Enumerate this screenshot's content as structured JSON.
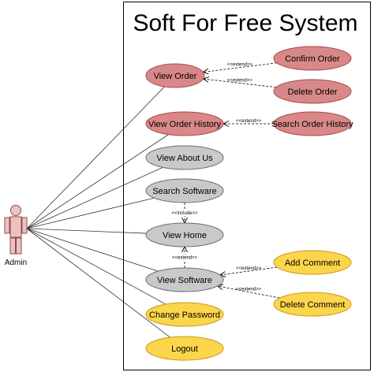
{
  "system": {
    "title": "Soft For Free System"
  },
  "actor": {
    "name": "Admin"
  },
  "colors": {
    "red_fill": "#d88888",
    "red_stroke": "#a84a4a",
    "gray_fill": "#c9c9c9",
    "gray_stroke": "#6d6d6d",
    "yellow_fill": "#fbd54c",
    "yellow_stroke": "#c99a18",
    "actor_fill": "#efc0c0",
    "actor_stroke": "#8a5050"
  },
  "use_cases": [
    {
      "id": "view-order",
      "label": "View Order",
      "color": "red"
    },
    {
      "id": "confirm-order",
      "label": "Confirm Order",
      "color": "red"
    },
    {
      "id": "delete-order",
      "label": "Delete Order",
      "color": "red"
    },
    {
      "id": "view-order-history",
      "label": "View Order History",
      "color": "red"
    },
    {
      "id": "search-order-history",
      "label": "Search Order History",
      "color": "red"
    },
    {
      "id": "view-about-us",
      "label": "View About Us",
      "color": "gray"
    },
    {
      "id": "search-software",
      "label": "Search Software",
      "color": "gray"
    },
    {
      "id": "view-home",
      "label": "View Home",
      "color": "gray"
    },
    {
      "id": "view-software",
      "label": "View Software",
      "color": "gray"
    },
    {
      "id": "add-comment",
      "label": "Add Comment",
      "color": "yellow"
    },
    {
      "id": "delete-comment",
      "label": "Delete Comment",
      "color": "yellow"
    },
    {
      "id": "change-password",
      "label": "Change Password",
      "color": "yellow"
    },
    {
      "id": "logout",
      "label": "Logout",
      "color": "yellow"
    }
  ],
  "relationships": [
    {
      "from": "confirm-order",
      "to": "view-order",
      "label": "<<extend>>"
    },
    {
      "from": "delete-order",
      "to": "view-order",
      "label": "<<extend>>"
    },
    {
      "from": "search-order-history",
      "to": "view-order-history",
      "label": "<<extend>>"
    },
    {
      "from": "search-software",
      "to": "view-home",
      "label": "<<include>>"
    },
    {
      "from": "view-software",
      "to": "view-home",
      "label": "<<extend>>"
    },
    {
      "from": "add-comment",
      "to": "view-software",
      "label": "<<extend>>"
    },
    {
      "from": "delete-comment",
      "to": "view-software",
      "label": "<<extend>>"
    }
  ],
  "associations": [
    "view-order",
    "view-order-history",
    "view-about-us",
    "search-software",
    "view-home",
    "view-software",
    "change-password",
    "logout"
  ]
}
